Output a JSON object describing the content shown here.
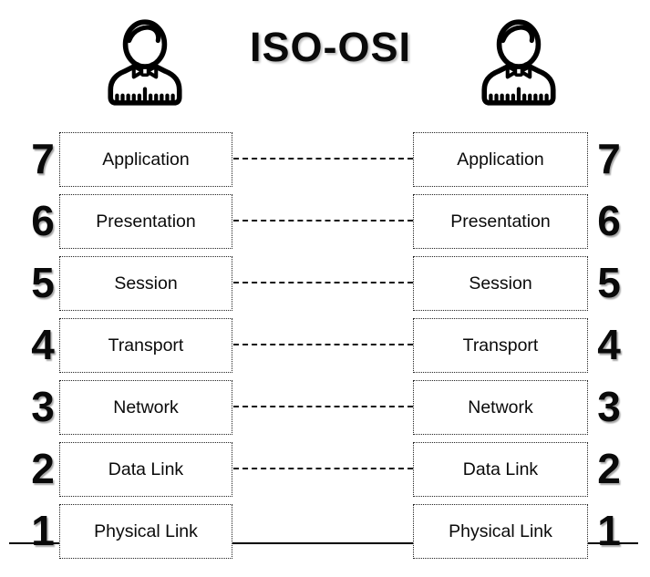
{
  "title": "ISO-OSI",
  "model": {
    "layers": [
      {
        "number": "7",
        "label": "Application"
      },
      {
        "number": "6",
        "label": "Presentation"
      },
      {
        "number": "5",
        "label": "Session"
      },
      {
        "number": "4",
        "label": "Transport"
      },
      {
        "number": "3",
        "label": "Network"
      },
      {
        "number": "2",
        "label": "Data Link"
      },
      {
        "number": "1",
        "label": "Physical Link"
      }
    ]
  },
  "icons": {
    "left": "person-icon",
    "right": "person-icon"
  },
  "colors": {
    "background": "#ffffff",
    "text": "#0a0a0a",
    "box_border": "#222222",
    "connector": "#111111",
    "baseline": "#000000"
  }
}
